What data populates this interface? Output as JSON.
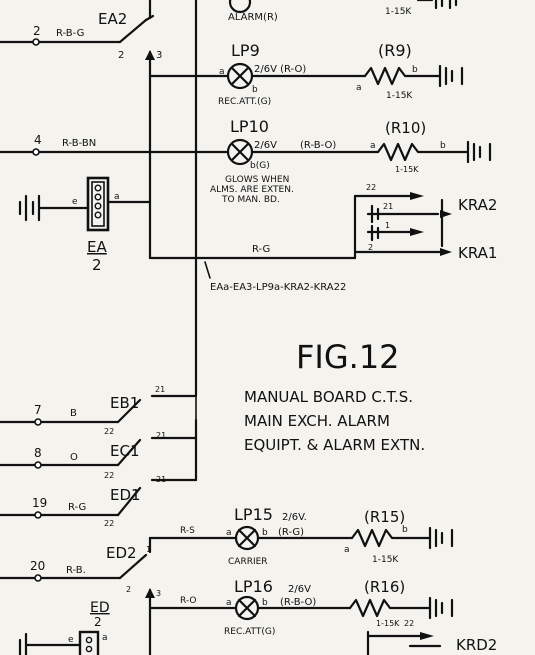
{
  "labels": {
    "alarm_top": "ALARM(R)",
    "ohm_top": "1-15K",
    "ea2_num": "2",
    "ea2_wire": "R-B-G",
    "ea2_name": "EA2",
    "ea2_c2": "2",
    "ea2_c3": "3",
    "lp9_name": "LP9",
    "lp9_rating": "2/6V (R-O)",
    "lp9_a": "a",
    "lp9_b": "b",
    "lp9_desc": "REC.ATT.(G)",
    "r9_name": "(R9)",
    "r9_a": "a",
    "r9_b": "b",
    "r9_val": "1-15K",
    "t4_num": "4",
    "t4_wire": "R-B-BN",
    "lp10_name": "LP10",
    "lp10_rating": "2/6V",
    "lp10_wire": "(R-B-O)",
    "lp10_bg": "b(G)",
    "lp10_desc1": "GLOWS WHEN",
    "lp10_desc2": "ALMS. ARE EXTEN.",
    "lp10_desc3": "TO MAN. BD.",
    "r10_name": "(R10)",
    "r10_a": "a",
    "r10_b": "b",
    "r10_val": "1-15K",
    "ea_e": "e",
    "ea_a": "a",
    "ea_name": "EA",
    "ea_num": "2",
    "kra_22": "22",
    "kra_21": "21",
    "kra_1": "1",
    "kra_2": "2",
    "kra2_name": "KRA2",
    "kra1_name": "KRA1",
    "rg_wire": "R-G",
    "ea_chain": "EAa-EA3-LP9a-KRA2-KRA22",
    "fig_title": "FIG.12",
    "fig_line1": "MANUAL BOARD C.T.S.",
    "fig_line2": "MAIN EXCH. ALARM",
    "fig_line3": "EQUIPT. & ALARM EXTN.",
    "t7_num": "7",
    "t7_wire": "B",
    "eb1_name": "EB1",
    "eb1_21": "21",
    "eb1_22": "22",
    "t8_num": "8",
    "t8_wire": "O",
    "ec1_name": "EC1",
    "ec1_21": "21",
    "ec1_22": "22",
    "t19_num": "19",
    "t19_wire": "R-G",
    "ed1_name": "ED1",
    "ed1_21": "21",
    "ed1_22": "22",
    "lp15_name": "LP15",
    "lp15_rating": "2/6V.",
    "lp15_rs": "R-S",
    "lp15_a": "a",
    "lp15_b": "b",
    "lp15_wire": "(R-G)",
    "lp15_desc": "CARRIER",
    "r15_name": "(R15)",
    "r15_a": "a",
    "r15_b": "b",
    "r15_val": "1-15K",
    "t20_num": "20",
    "t20_wire": "R-B.",
    "ed2_name": "ED2",
    "ed2_1": "1",
    "ed2_2": "2",
    "ed2_3": "3",
    "lp16_name": "LP16",
    "lp16_rating": "2/6V",
    "lp16_ro": "R-O",
    "lp16_a": "a",
    "lp16_b": "b",
    "lp16_wire": "(R-B-O)",
    "lp16_desc": "REC.ATT(G)",
    "r16_name": "(R16)",
    "r16_val": "1-15K",
    "r16_22": "22",
    "krd2_name": "KRD2",
    "ed_name": "ED",
    "ed_num": "2",
    "ed_e": "e",
    "ed_a": "a"
  }
}
